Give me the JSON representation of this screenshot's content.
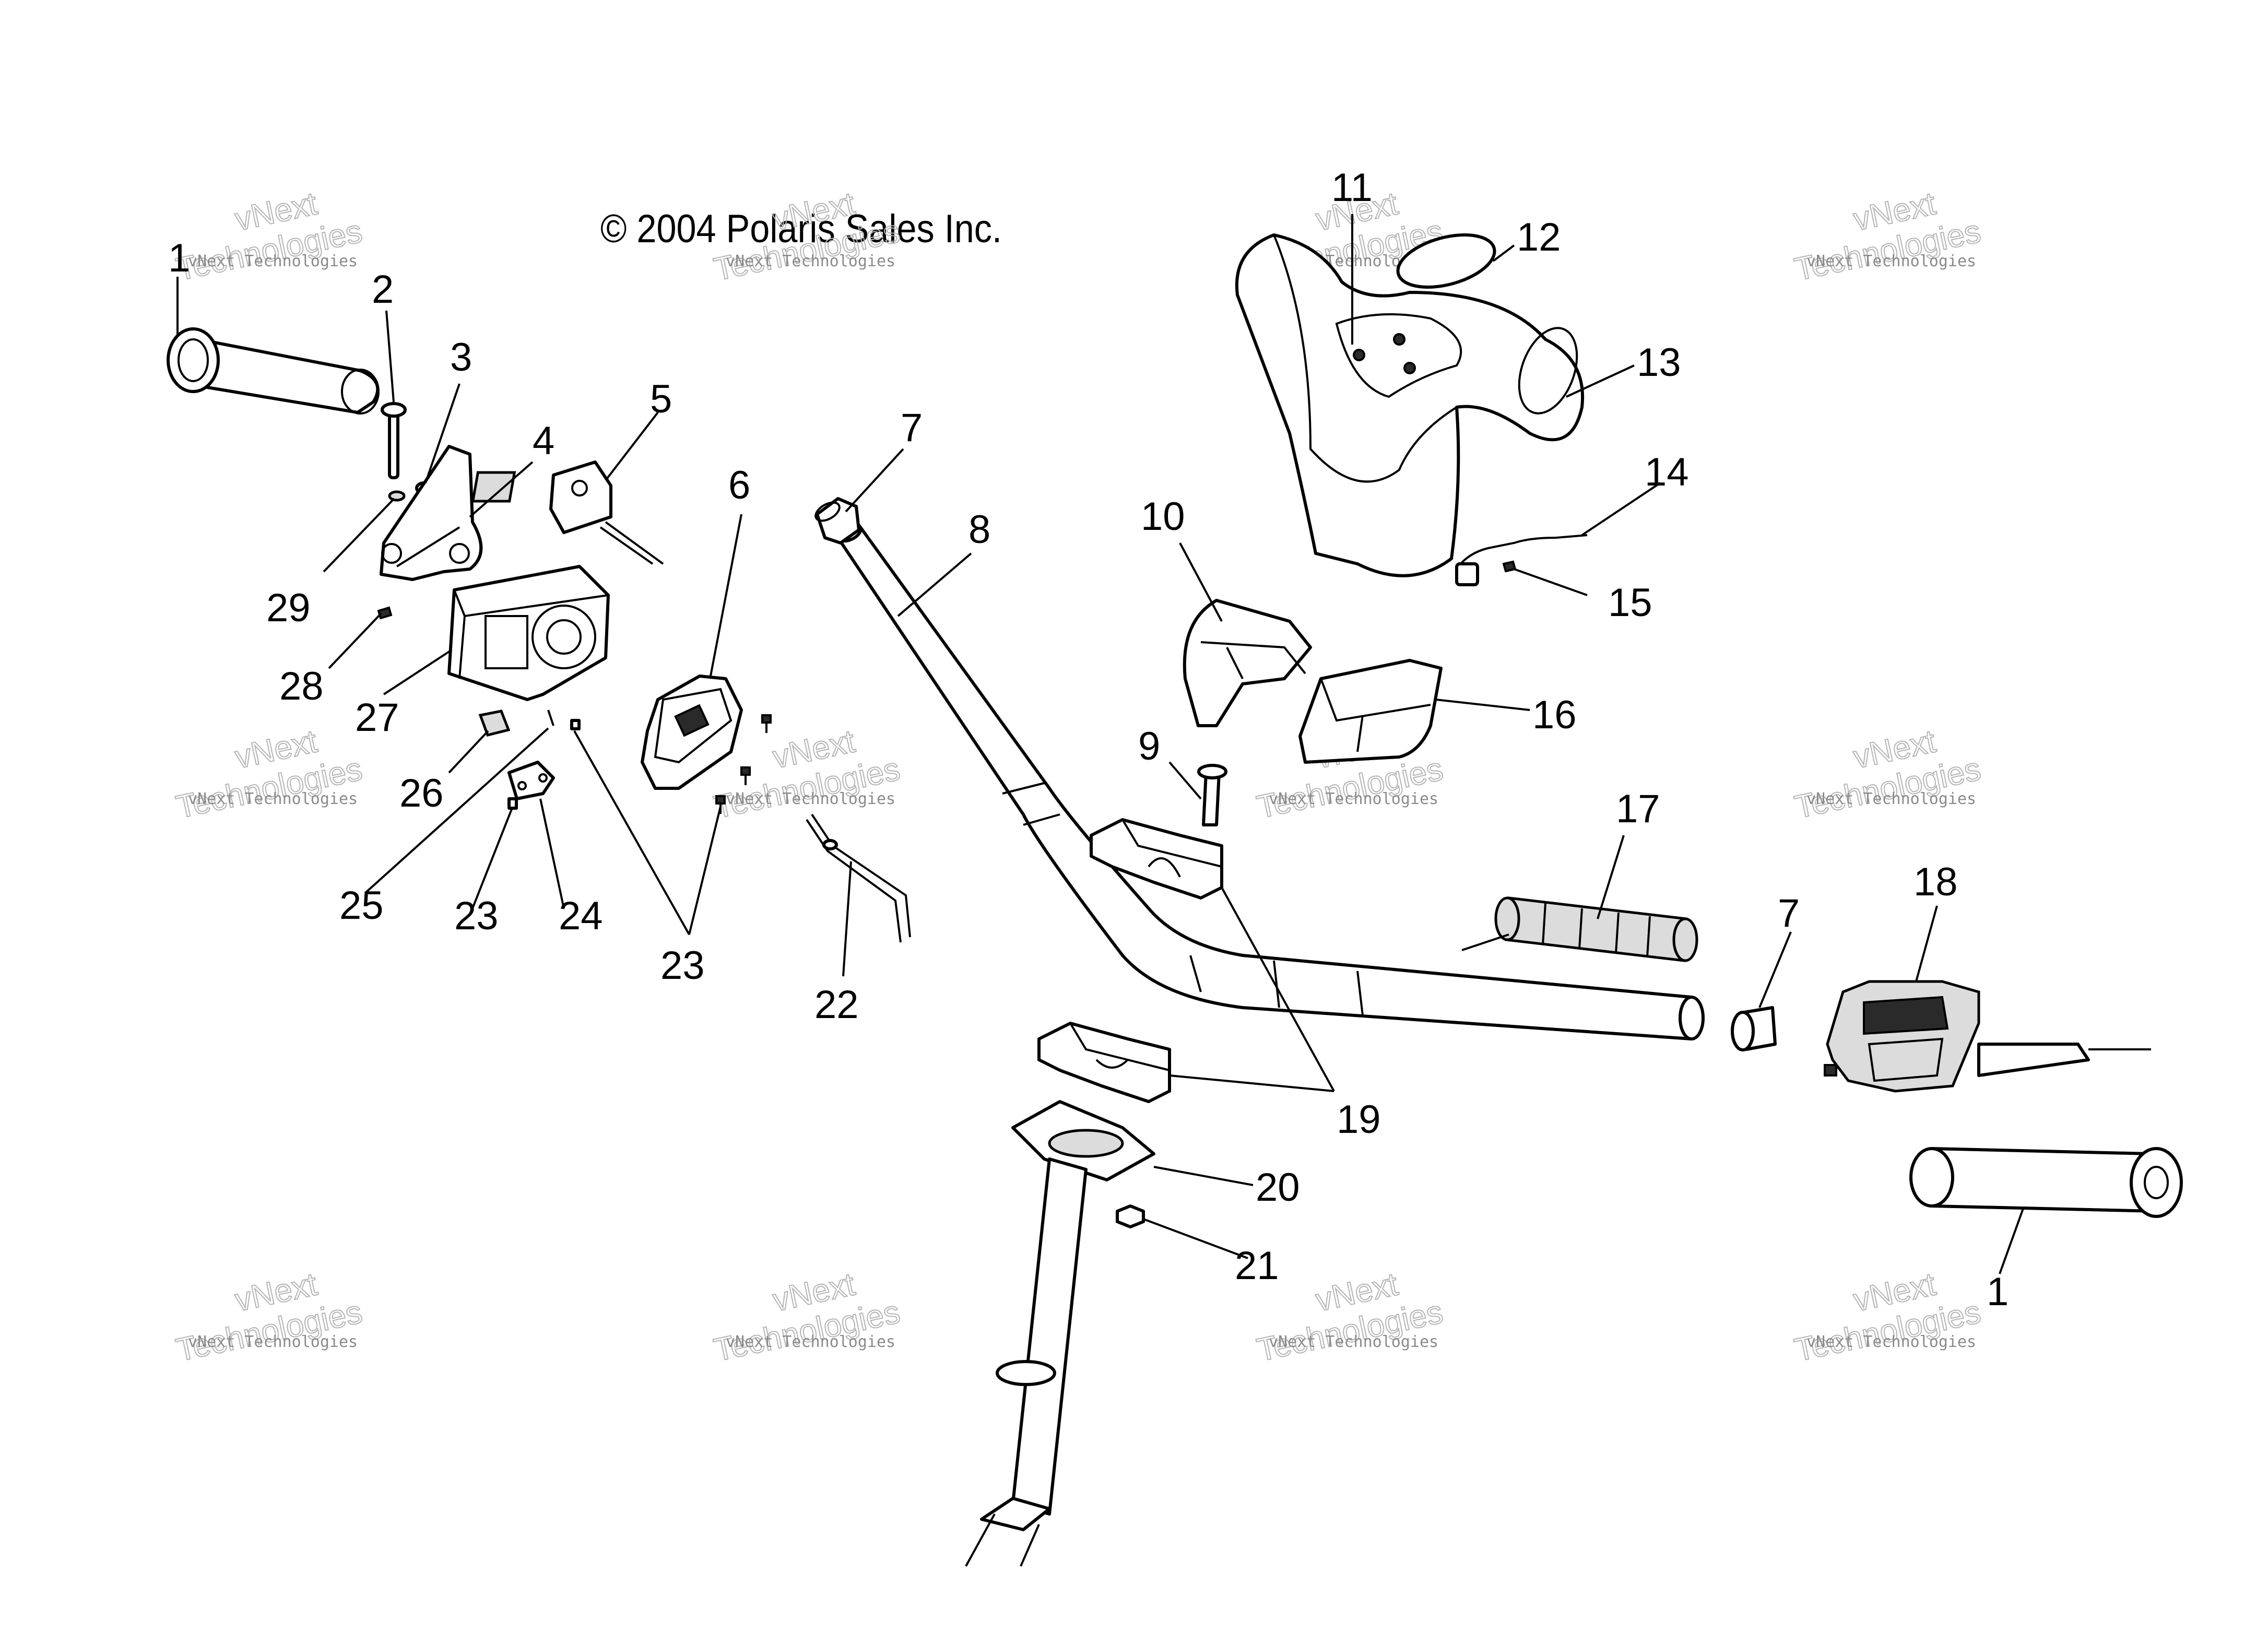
{
  "copyright": "© 2004 Polaris Sales Inc.",
  "watermark": {
    "small": "vNext Technologies",
    "big": "Technologies",
    "top": "vNext"
  },
  "callouts": [
    "1",
    "2",
    "3",
    "4",
    "5",
    "6",
    "7",
    "8",
    "9",
    "10",
    "11",
    "12",
    "13",
    "14",
    "15",
    "16",
    "17",
    "18",
    "19",
    "20",
    "21",
    "22",
    "23",
    "24",
    "25",
    "26",
    "27",
    "28",
    "29",
    "23",
    "23",
    "7",
    "1"
  ]
}
